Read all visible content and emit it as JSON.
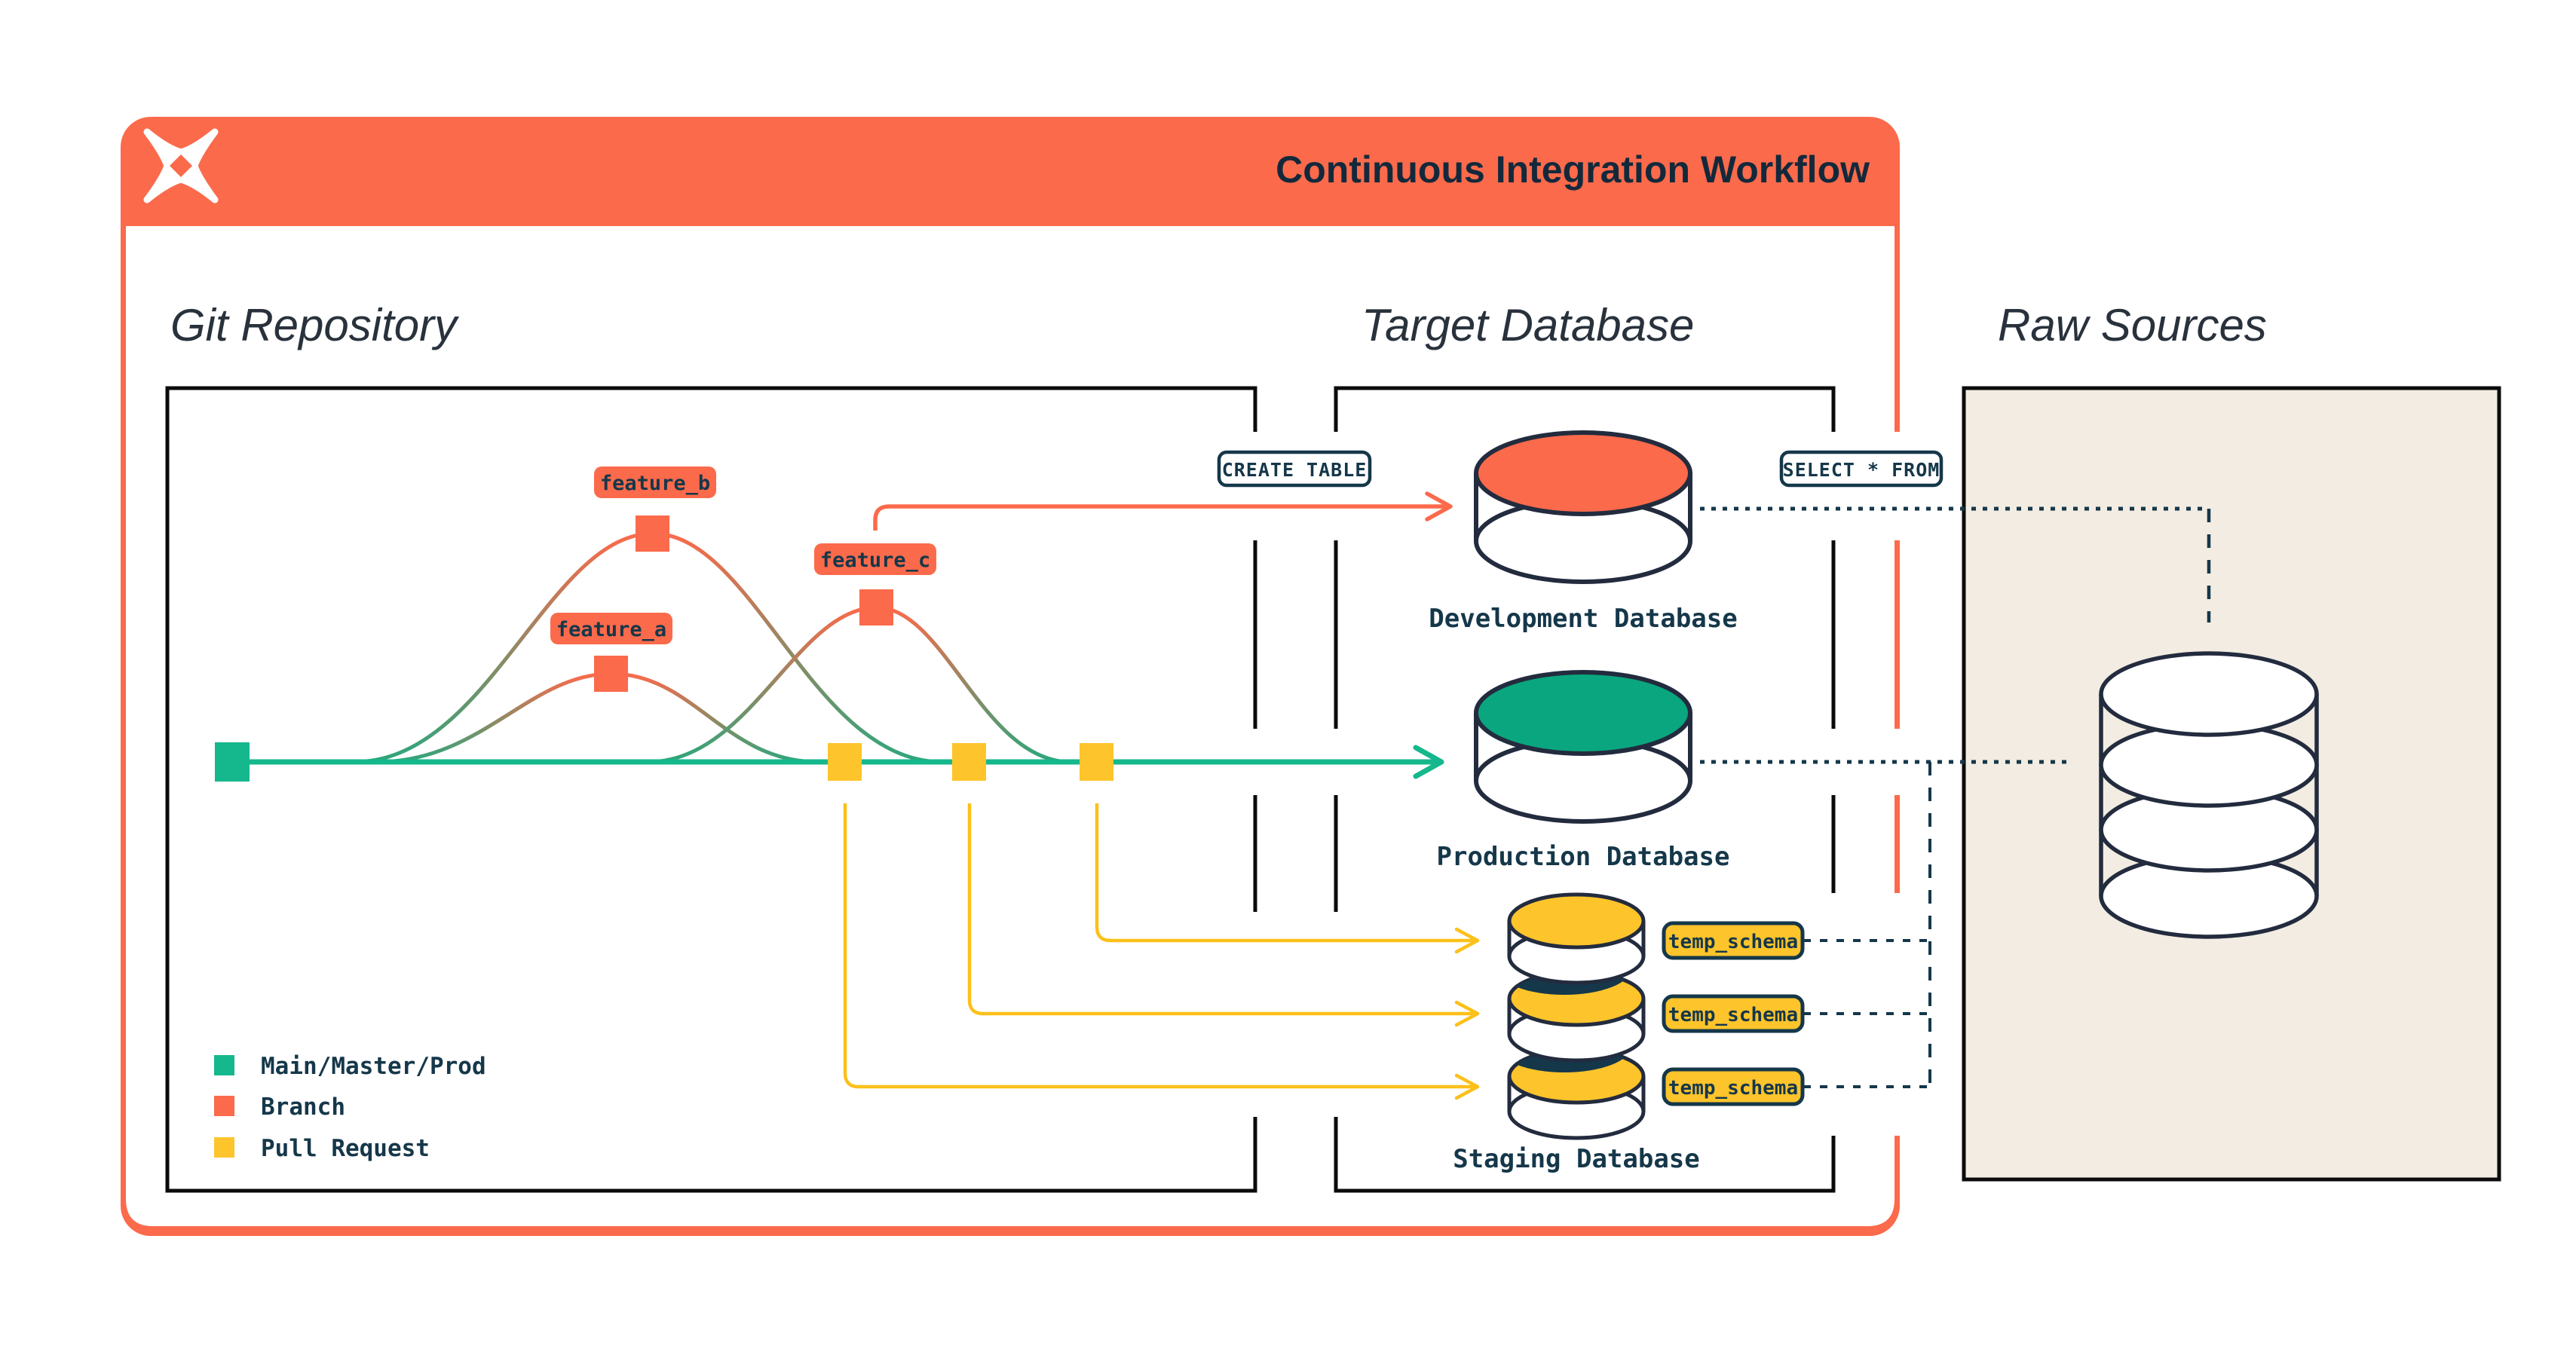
{
  "diagram": {
    "title": "Continuous Integration Workflow",
    "sections": {
      "git": {
        "heading": "Git Repository"
      },
      "target": {
        "heading": "Target Database"
      },
      "raw": {
        "heading": "Raw Sources"
      }
    },
    "git_graph": {
      "branch_labels": {
        "a": "feature_a",
        "b": "feature_b",
        "c": "feature_c"
      },
      "legend": [
        {
          "label": "Main/Master/Prod",
          "color_key": "teal"
        },
        {
          "label": "Branch",
          "color_key": "coral"
        },
        {
          "label": "Pull Request",
          "color_key": "yellow"
        }
      ]
    },
    "flow_labels": {
      "create_table": "CREATE TABLE",
      "select_from": "SELECT * FROM"
    },
    "databases": {
      "development": {
        "name": "Development Database",
        "color_key": "coral"
      },
      "production": {
        "name": "Production Database",
        "color_key": "teal_db"
      },
      "staging": {
        "name": "Staging Database",
        "color_key": "yellow",
        "schema_tags": [
          "temp_schema",
          "temp_schema",
          "temp_schema"
        ]
      }
    }
  },
  "colors": {
    "coral": "#FB6A4B",
    "teal": "#15B78C",
    "teal_db": "#0AA67F",
    "yellow": "#FDC42B",
    "yellow_line": "#FCC01A",
    "green": "#2EA67B",
    "navy": "#15374A",
    "ink": "#232B3E",
    "beige": "#F2ECE2",
    "heading": "#29323C",
    "title": "#13293B",
    "black": "#0B0B0B"
  }
}
